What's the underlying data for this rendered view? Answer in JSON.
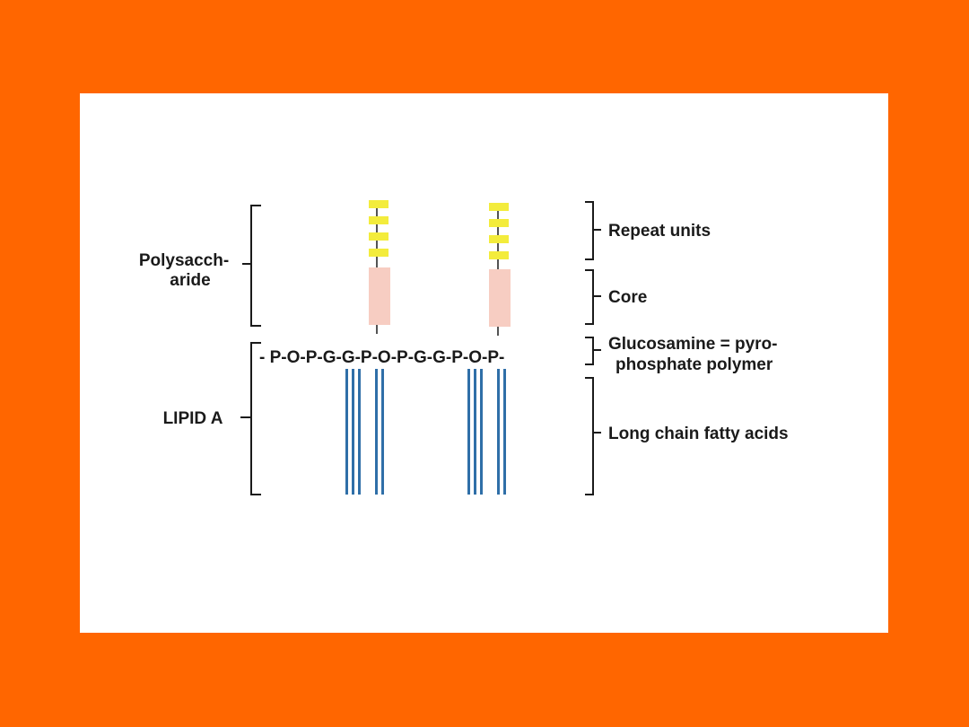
{
  "colors": {
    "background": "#ff6600",
    "panel": "#ffffff",
    "repeat_unit": "#f3ec3c",
    "core": "#f7cdc2",
    "fatty_acid": "#2f6fa8",
    "line": "#1a1a1a"
  },
  "left_labels": {
    "polysaccharide_line1": "Polysacch-",
    "polysaccharide_line2": "aride",
    "lipid_a": "LIPID A"
  },
  "right_labels": {
    "repeat_units": "Repeat units",
    "core": "Core",
    "glucosamine_line1": "Glucosamine = pyro-",
    "glucosamine_line2": "phosphate polymer",
    "fatty_acids": "Long chain fatty acids"
  },
  "backbone": "- P-O-P-G-G-P-O-P-G-G-P-O-P-"
}
